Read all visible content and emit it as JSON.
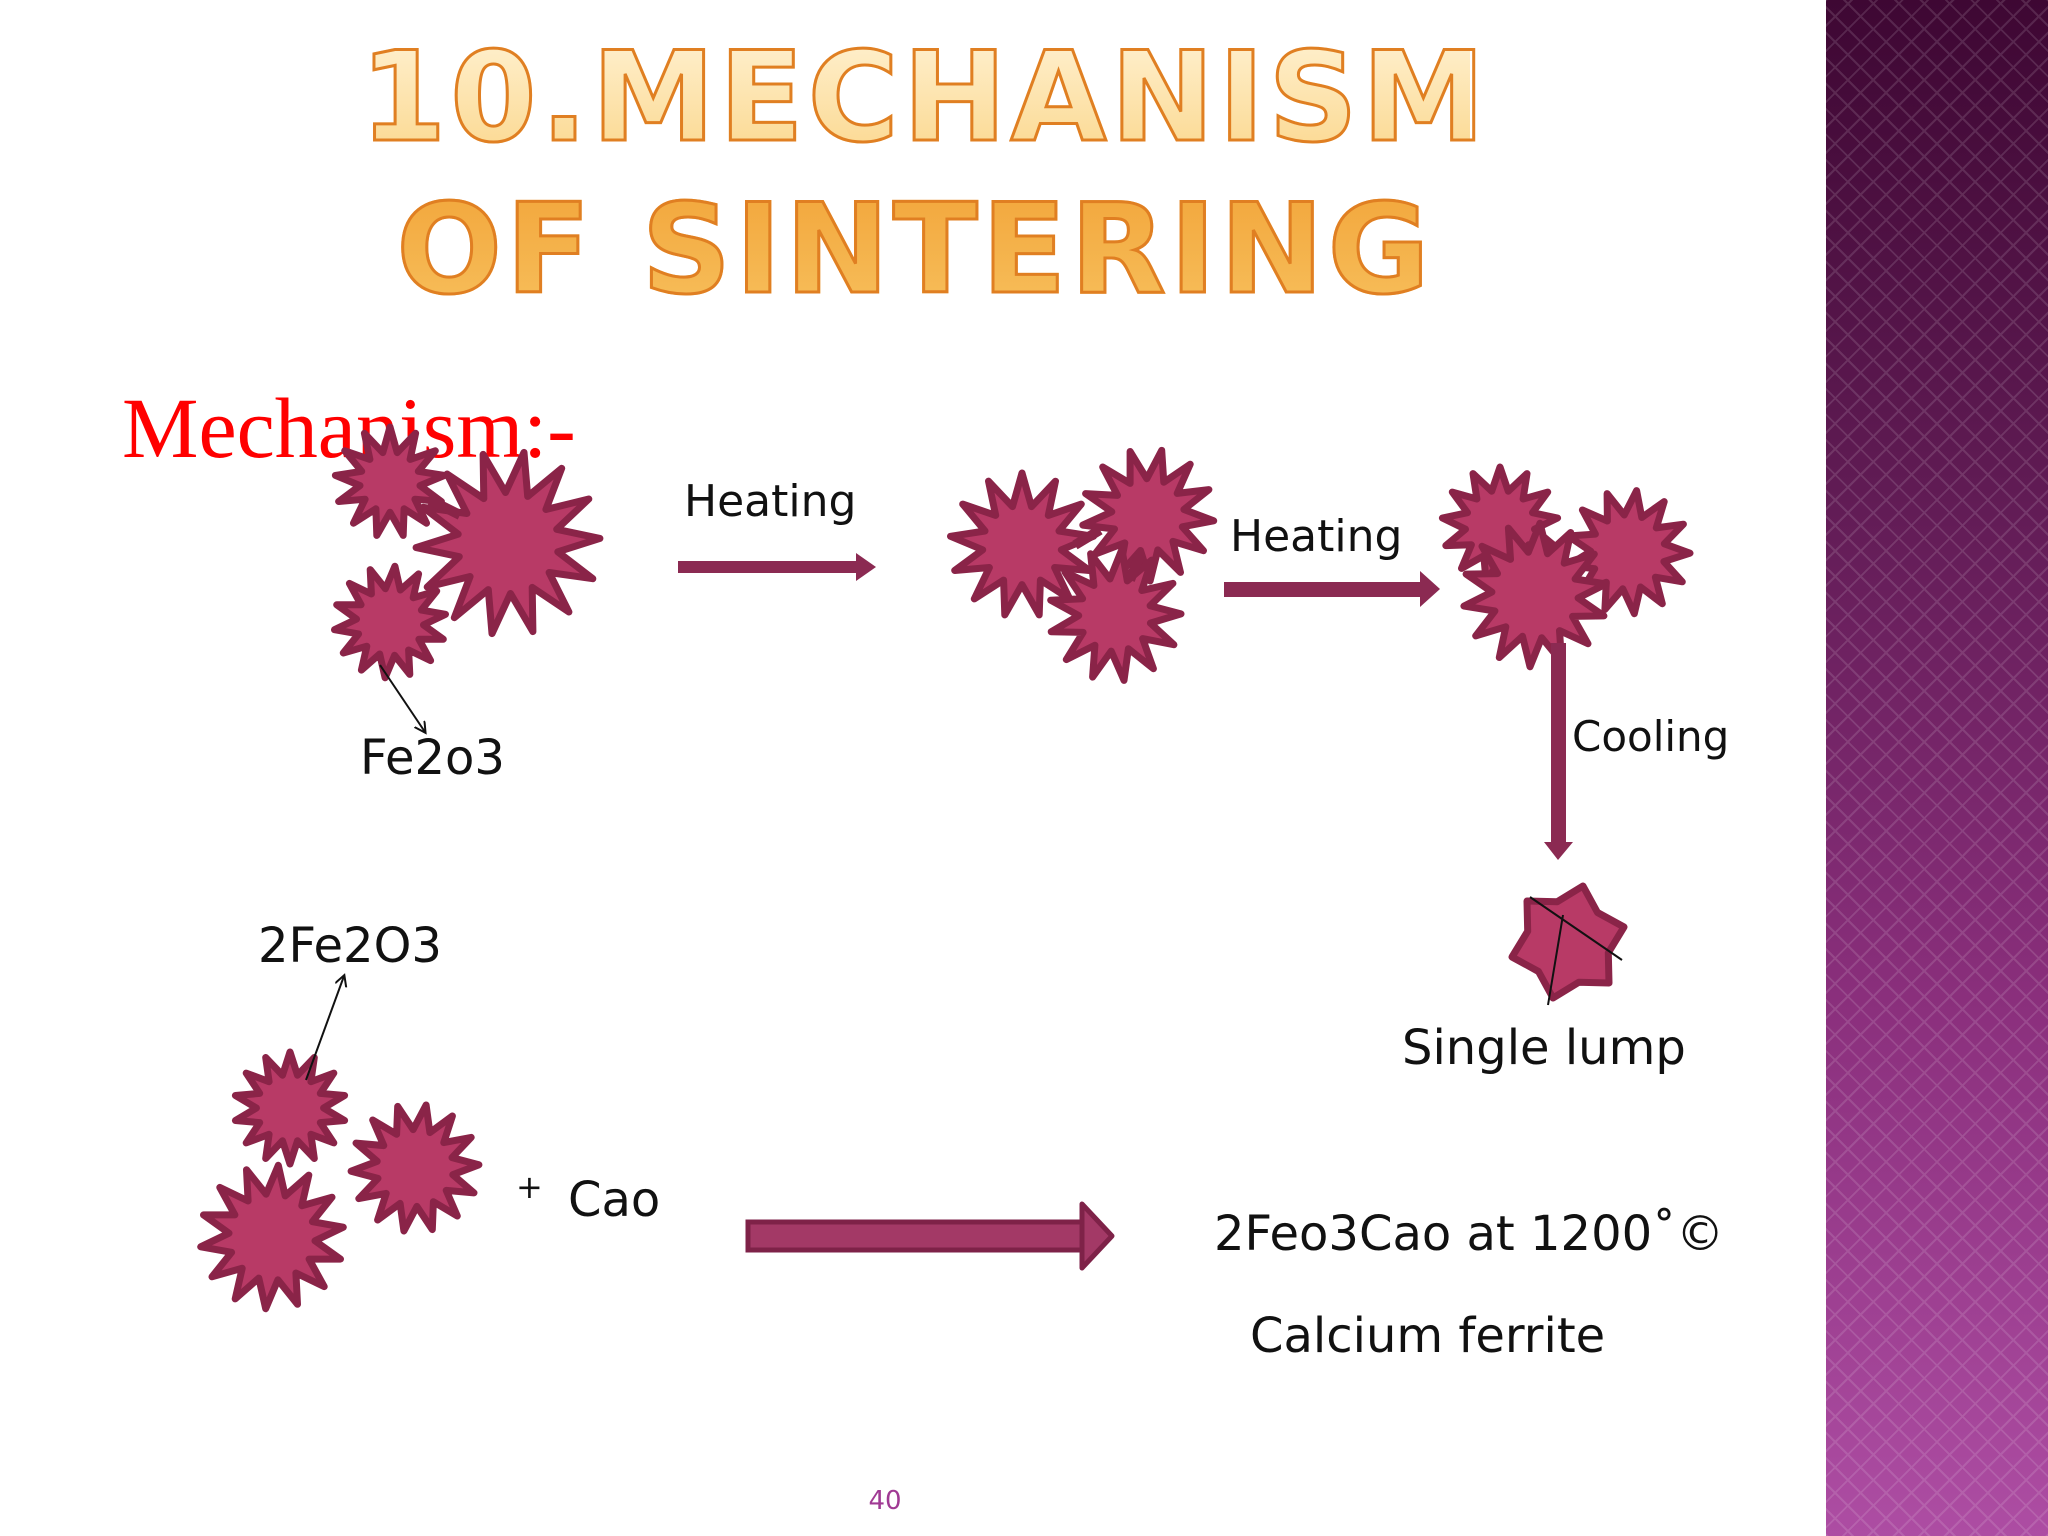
{
  "slide": {
    "title": "10.MECHANISM OF SINTERING",
    "heading": "Mechanism:-",
    "page_number": "40"
  },
  "labels": {
    "heating_1": "Heating",
    "heating_2": "Heating",
    "fe2o3": "Fe2o3",
    "cooling": "Cooling",
    "single_lump": "Single lump",
    "fe2o3_2": "2Fe2O3",
    "plus": "+",
    "cao": "Cao",
    "product": "2Feo3Cao at 1200˚©",
    "calcium_ferrite": "Calcium ferrite"
  },
  "colors": {
    "particle_fill": "#b83a66",
    "particle_stroke": "#8a2448",
    "arrow": "#8b2a52",
    "heading": "#ff0000",
    "title": "#f5b351"
  }
}
